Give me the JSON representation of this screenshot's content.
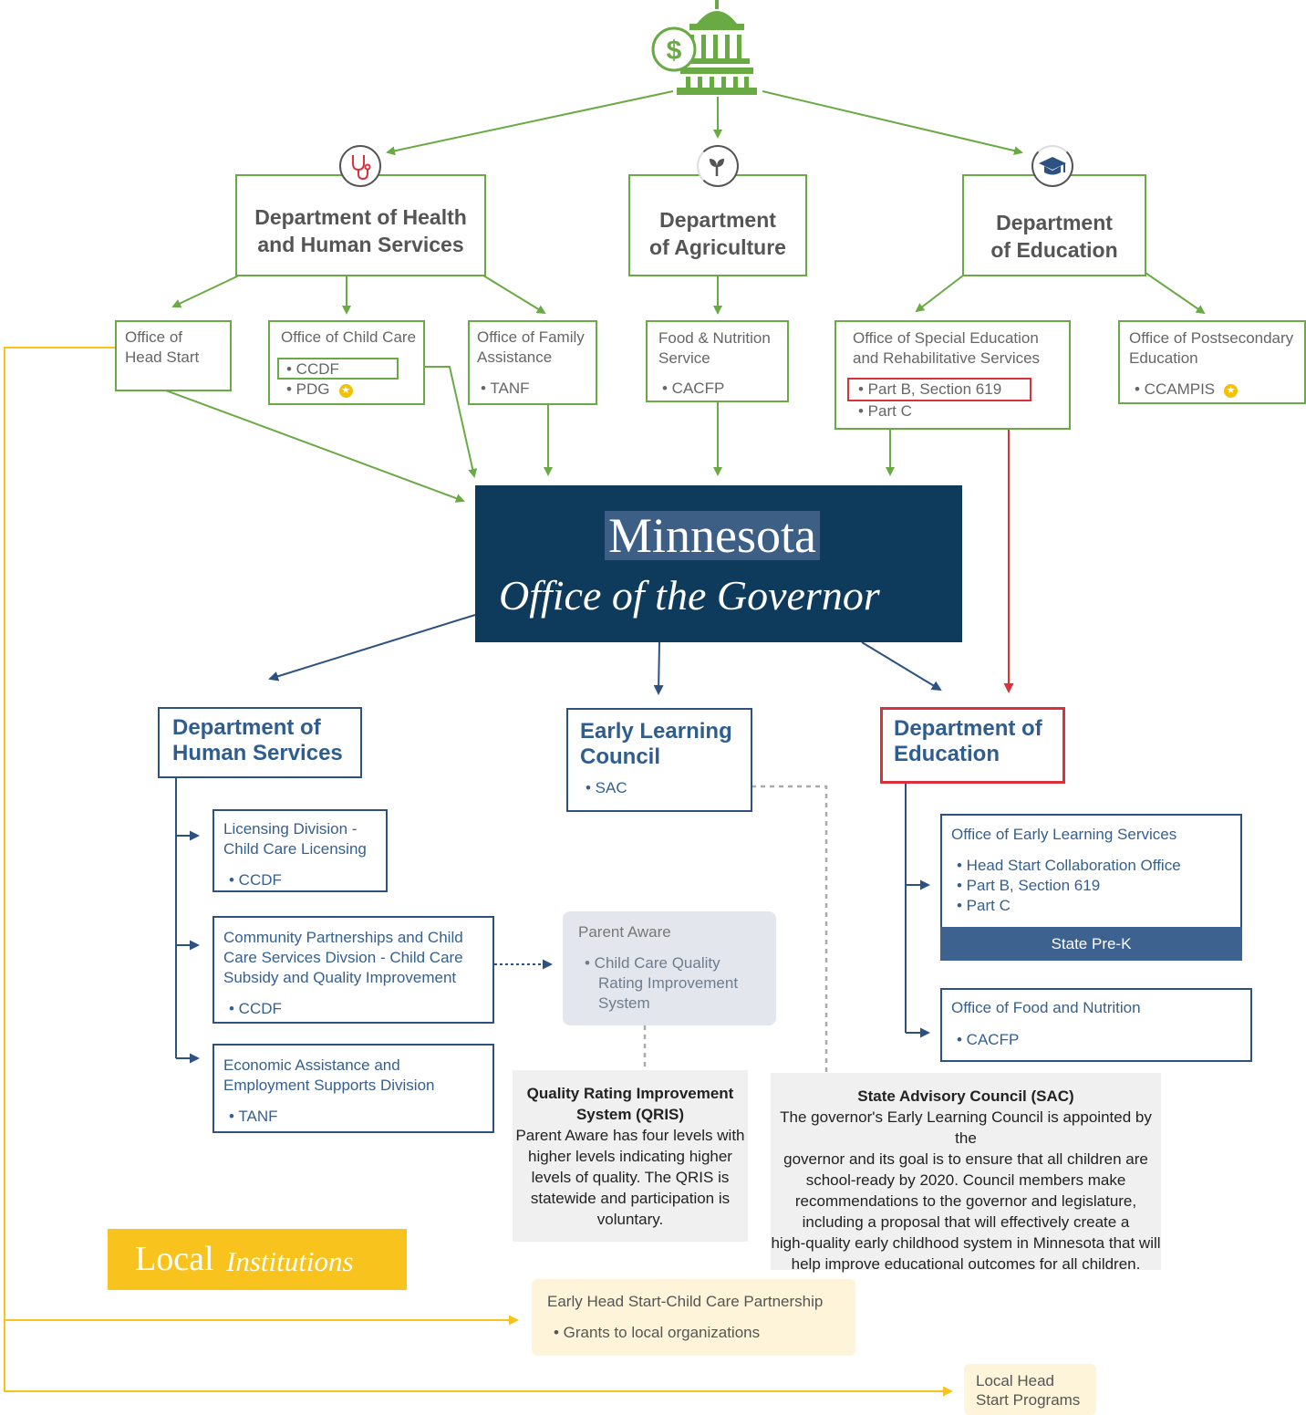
{
  "federal": {
    "dhhs": {
      "title_line1": "Department of Health",
      "title_line2": "and Human Services",
      "offices": {
        "head_start": {
          "line1": "Office of",
          "line2": "Head Start"
        },
        "child_care": {
          "title": "Office of Child Care",
          "items": [
            "• CCDF",
            "• PDG"
          ]
        },
        "family_assistance": {
          "line1": "Office of Family",
          "line2": "Assistance",
          "items": [
            "• TANF"
          ]
        }
      }
    },
    "agriculture": {
      "title_line1": "Department",
      "title_line2": "of Agriculture",
      "offices": {
        "food_nutrition": {
          "line1": "Food & Nutrition",
          "line2": "Service",
          "items": [
            "• CACFP"
          ]
        }
      }
    },
    "education": {
      "title_line1": "Department",
      "title_line2": "of Education",
      "offices": {
        "special_ed": {
          "line1": "Office of Special Education",
          "line2": "and Rehabilitative Services",
          "items": [
            "• Part B, Section 619",
            "• Part C"
          ]
        },
        "postsecondary": {
          "line1": "Office of Postsecondary",
          "line2": "Education",
          "items": [
            "• CCAMPIS"
          ]
        }
      }
    }
  },
  "governor": {
    "state": "Minnesota",
    "office": "Office of the Governor"
  },
  "state": {
    "dhs": {
      "title_line1": "Department of",
      "title_line2": "Human Services",
      "divisions": {
        "licensing": {
          "lines": [
            "Licensing Division -",
            "Child Care Licensing"
          ],
          "items": [
            "• CCDF"
          ]
        },
        "community": {
          "lines": [
            "Community Partnerships and Child",
            "Care Services Divsion - Child Care",
            "Subsidy and Quality Improvement"
          ],
          "items": [
            "• CCDF"
          ]
        },
        "economic": {
          "lines": [
            "Economic Assistance and",
            "Employment Supports Division"
          ],
          "items": [
            "• TANF"
          ]
        }
      }
    },
    "elc": {
      "title_line1": "Early Learning",
      "title_line2": "Council",
      "items": [
        "• SAC"
      ]
    },
    "mde": {
      "title_line1": "Department of",
      "title_line2": "Education",
      "offices": {
        "early_learning": {
          "title": "Office of Early Learning Services",
          "items": [
            "• Head Start Collaboration Office",
            "• Part B, Section 619",
            "• Part C"
          ],
          "banner": "State Pre-K"
        },
        "food_nutrition": {
          "title": "Office of Food and Nutrition",
          "items": [
            "• CACFP"
          ]
        }
      }
    },
    "parent_aware": {
      "title": "Parent Aware",
      "item_lines": [
        "• Child Care Quality",
        "Rating Improvement",
        "System"
      ]
    }
  },
  "notes": {
    "qris": {
      "heading_lines": [
        "Quality Rating Improvement",
        "System (QRIS)"
      ],
      "body_lines": [
        "Parent Aware has four levels with",
        "higher levels indicating higher",
        "levels of quality. The QRIS is",
        "statewide and participation is",
        "voluntary."
      ]
    },
    "sac": {
      "heading": "State Advisory Council (SAC)",
      "body_lines": [
        "The governor's Early Learning Council is appointed by the",
        "governor and its goal is to ensure that all children are",
        "school-ready by 2020. Council members make",
        "recommendations to the governor and legislature,",
        "including a proposal that will effectively create a",
        "high-quality early childhood system in Minnesota that will",
        "help improve educational outcomes for all children."
      ]
    }
  },
  "local": {
    "heading_word": "Local",
    "heading_italic": "Institutions",
    "ehs_partnership": {
      "title": "Early Head Start-Child Care Partnership",
      "items": [
        "• Grants to local organizations"
      ]
    },
    "head_start_programs": {
      "line1": "Local Head",
      "line2": "Start Programs"
    }
  },
  "icons": {
    "capitol": "capitol-dollar-icon",
    "health": "stethoscope-icon",
    "agriculture": "sprout-icon",
    "education": "graduation-cap-icon",
    "star": "star-icon"
  },
  "colors": {
    "federal_green": "#6aaa45",
    "state_blue": "#2d5282",
    "highlight_red": "#d9323d",
    "local_yellow": "#f8c31c",
    "governor_navy": "#0e3a5c"
  }
}
